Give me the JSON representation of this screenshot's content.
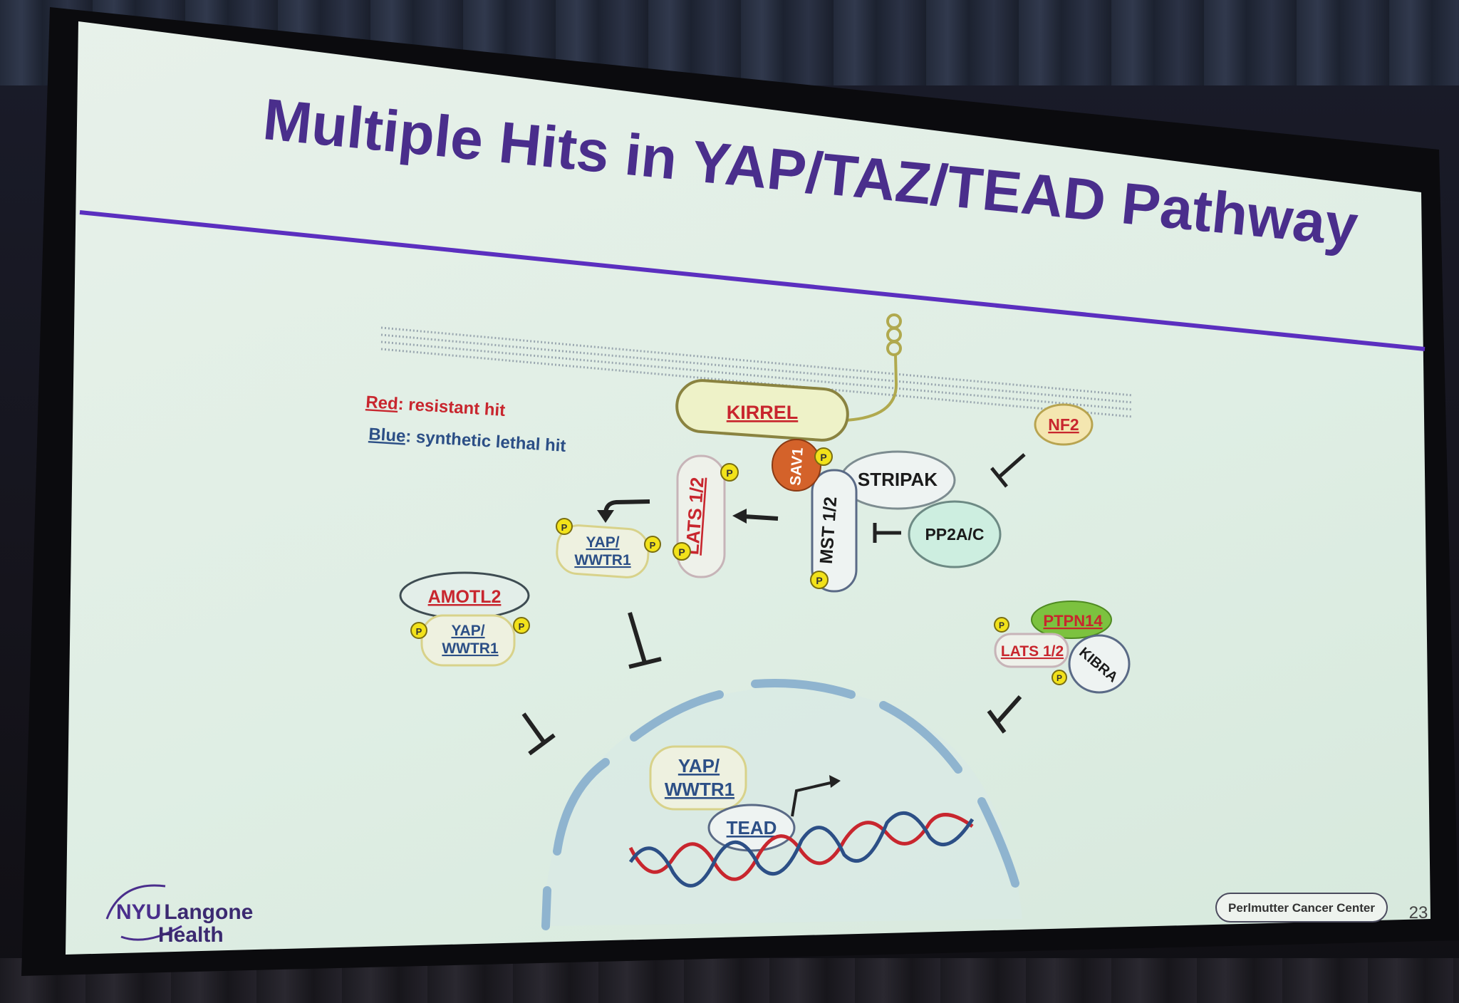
{
  "slide": {
    "title": "Multiple Hits in YAP/TAZ/TEAD Pathway",
    "page_number": "23",
    "footer_badge": "Perlmutter Cancer Center",
    "logo_line1_a": "NYU",
    "logo_line1_b": "Langone",
    "logo_line2": "Health"
  },
  "legend": {
    "red_word": "Red",
    "red_rest": ": resistant hit",
    "blue_word": "Blue",
    "blue_rest": ": synthetic lethal hit"
  },
  "nodes": {
    "kirrel": "KIRREL",
    "nf2": "NF2",
    "sav1": "SAV1",
    "stripak": "STRIPAK",
    "pp2ac": "PP2A/C",
    "mst": "MST 1/2",
    "lats_top": "LATS 1/2",
    "yap_top_1": "YAP/",
    "yap_top_2": "WWTR1",
    "amotl2": "AMOTL2",
    "yap_left_1": "YAP/",
    "yap_left_2": "WWTR1",
    "ptpn14": "PTPN14",
    "lats_right": "LATS 1/2",
    "kibra": "KIBRA",
    "yap_nuc_1": "YAP/",
    "yap_nuc_2": "WWTR1",
    "tead": "TEAD",
    "phospho": "P"
  },
  "colors": {
    "title_purple": "#4a2e8c",
    "rule_purple": "#5b2fbf",
    "red_hit": "#c8262e",
    "blue_hit": "#2c4f86",
    "sav1_orange": "#d4622a",
    "ptpn14_green": "#7cc23f",
    "nf2_fill": "#f4e6b0",
    "pp2a_fill": "#cdeee0",
    "phospho_yellow": "#f2e21a"
  }
}
